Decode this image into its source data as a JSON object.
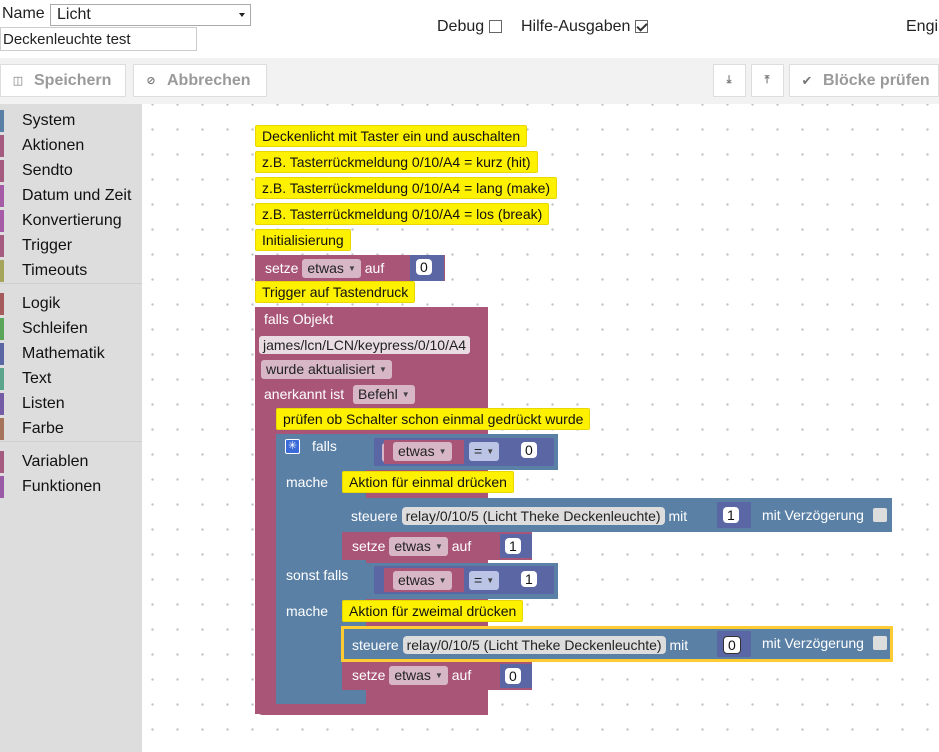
{
  "header": {
    "name_label": "Name",
    "name_value": "Licht",
    "description": "Deckenleuchte test",
    "debug_label": "Debug",
    "debug_checked": false,
    "help_label": "Hilfe-Ausgaben",
    "help_checked": true,
    "language_partial": "Engi"
  },
  "toolbar": {
    "save_label": "Speichern",
    "cancel_label": "Abbrechen",
    "check_blocks_label": "Blöcke prüfen",
    "export_icon": "download-icon",
    "import_icon": "upload-icon"
  },
  "sidebar": {
    "categories": [
      {
        "label": "System",
        "color": "#5b80a5"
      },
      {
        "label": "Aktionen",
        "color": "#a55b80"
      },
      {
        "label": "Sendto",
        "color": "#a55b80"
      },
      {
        "label": "Datum und Zeit",
        "color": "#a55ba5"
      },
      {
        "label": "Konvertierung",
        "color": "#a55ba5"
      },
      {
        "label": "Trigger",
        "color": "#a55b80"
      },
      {
        "label": "Timeouts",
        "color": "#a5a55b"
      },
      {
        "label": "Logik",
        "color": "#a55b5b"
      },
      {
        "label": "Schleifen",
        "color": "#5ba55b"
      },
      {
        "label": "Mathematik",
        "color": "#5b67a5"
      },
      {
        "label": "Text",
        "color": "#5ba58c"
      },
      {
        "label": "Listen",
        "color": "#745ba5"
      },
      {
        "label": "Farbe",
        "color": "#a5745b"
      },
      {
        "label": "Variablen",
        "color": "#a55b80"
      },
      {
        "label": "Funktionen",
        "color": "#995ba5"
      }
    ]
  },
  "blocks": {
    "comment1": "Deckenlicht mit Taster ein und auschalten",
    "comment2": "z.B. Tasterrückmeldung 0/10/A4 = kurz (hit)",
    "comment3": "z.B. Tasterrückmeldung 0/10/A4 = lang (make)",
    "comment4": "z.B. Tasterrückmeldung 0/10/A4 = los (break)",
    "comment5": "Initialisierung",
    "set_label": "setze",
    "var_name": "etwas",
    "set_to": "auf",
    "init_value": "0",
    "comment6": "Trigger auf Tastendruck",
    "trigger_if_object": "falls Objekt",
    "trigger_object_id": "james/lcn/LCN/keypress/0/10/A4",
    "trigger_condition": "wurde aktualisiert",
    "trigger_ack_label": "anerkannt ist",
    "trigger_ack_value": "Befehl",
    "comment7": "prüfen ob Schalter schon einmal gedrückt wurde",
    "if_label": "falls",
    "do_label": "mache",
    "elseif_label": "sonst falls",
    "eq_op": "=",
    "cond1_value": "0",
    "cond2_value": "1",
    "comment8": "Aktion für einmal drücken",
    "comment9": "Aktion für zweimal drücken",
    "control_label": "steuere",
    "device": "relay/0/10/5 (Licht Theke Deckenleuchte)",
    "with_label": "mit",
    "delay_label": "mit Verzögerung",
    "control1_value": "1",
    "set1_value": "1",
    "control2_value": "0",
    "set2_value": "0"
  }
}
